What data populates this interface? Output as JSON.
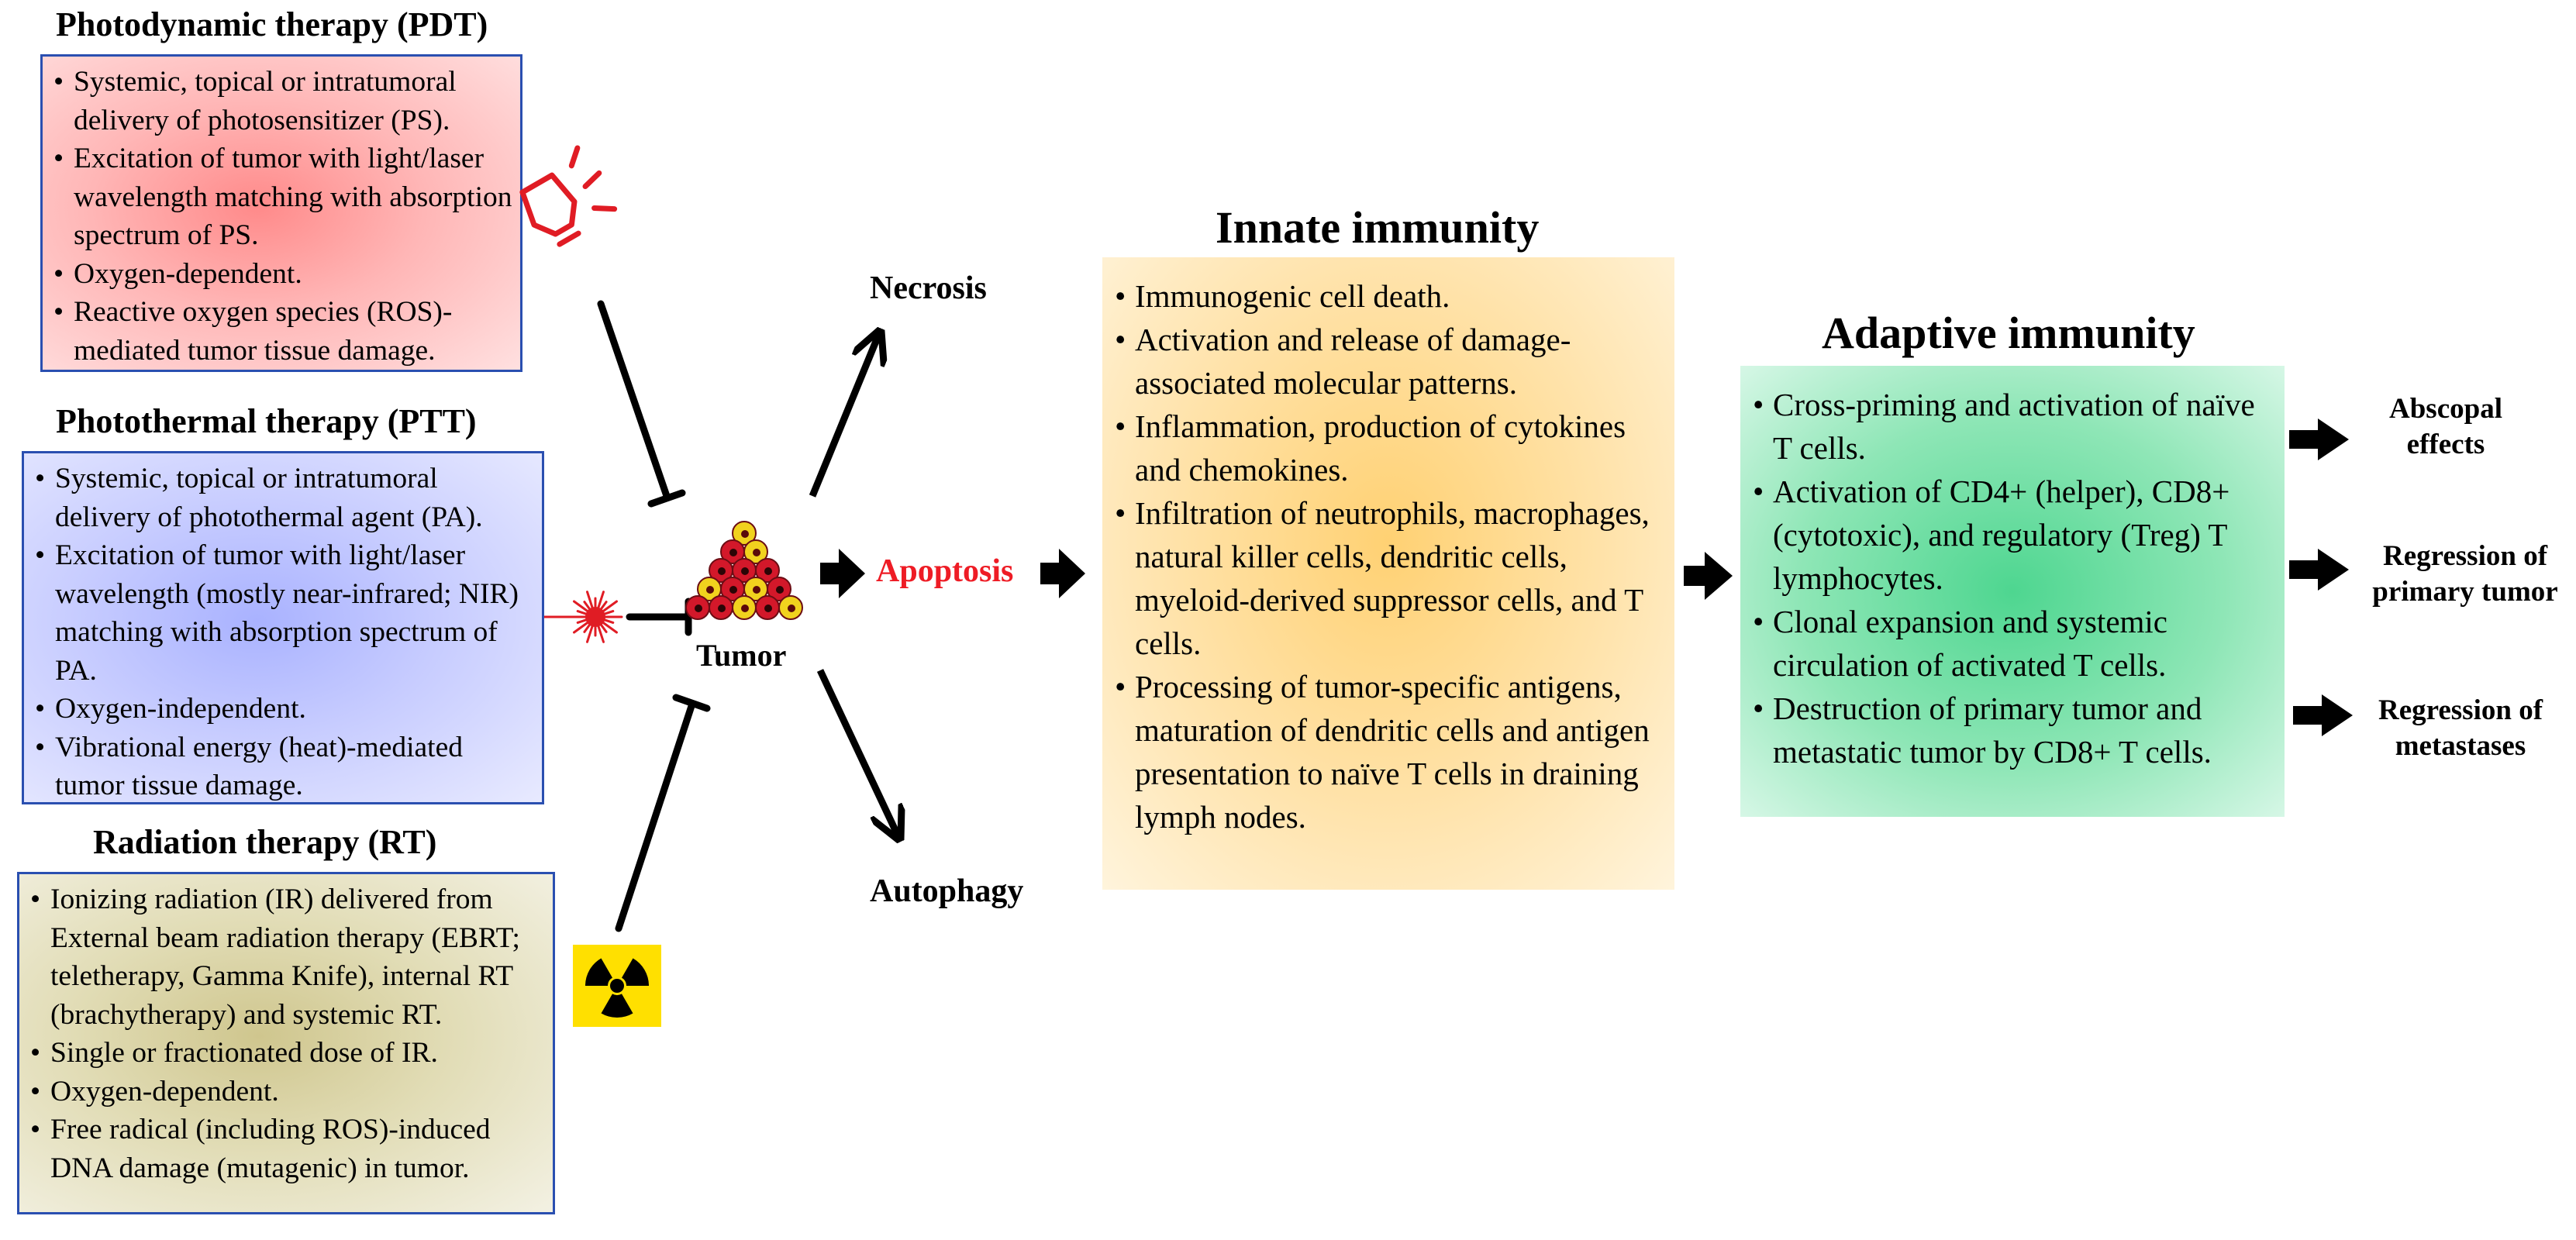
{
  "therapies": {
    "pdt": {
      "title": "Photodynamic therapy (PDT)",
      "items": [
        "Systemic, topical or intratumoral delivery of photosensitizer (PS).",
        "Excitation of tumor with light/laser wavelength matching with absorption spectrum of PS.",
        "Oxygen-dependent.",
        "Reactive oxygen species (ROS)-mediated tumor tissue damage."
      ]
    },
    "ptt": {
      "title": "Photothermal therapy (PTT)",
      "items": [
        "Systemic, topical or intratumoral delivery of photothermal agent (PA).",
        "Excitation of tumor with light/laser wavelength (mostly near-infrared; NIR) matching with absorption spectrum of PA.",
        "Oxygen-independent.",
        "Vibrational energy (heat)-mediated tumor tissue damage."
      ]
    },
    "rt": {
      "title": "Radiation therapy (RT)",
      "items": [
        "Ionizing radiation (IR) delivered from External beam radiation therapy (EBRT; teletherapy, Gamma Knife), internal RT (brachytherapy) and systemic RT.",
        "Single or fractionated dose of IR.",
        "Oxygen-dependent.",
        "Free radical (including ROS)-induced DNA damage (mutagenic) in tumor."
      ]
    }
  },
  "tumor": {
    "label": "Tumor"
  },
  "cell_death": {
    "necrosis": "Necrosis",
    "apoptosis": "Apoptosis",
    "autophagy": "Autophagy"
  },
  "innate": {
    "title": "Innate immunity",
    "items": [
      "Immunogenic cell death.",
      "Activation and release of damage-associated molecular patterns.",
      "Inflammation, production of cytokines and chemokines.",
      "Infiltration of neutrophils, macrophages, natural killer cells, dendritic cells, myeloid-derived suppressor cells, and T cells.",
      "Processing of tumor-specific antigens, maturation of dendritic cells and antigen presentation to naïve T cells in draining lymph nodes."
    ]
  },
  "adaptive": {
    "title": "Adaptive immunity",
    "items": [
      "Cross-priming and activation of naïve T cells.",
      "Activation of CD4+ (helper), CD8+ (cytotoxic), and regulatory (Treg) T lymphocytes.",
      "Clonal expansion and systemic circulation of activated T cells.",
      "Destruction of primary tumor and metastatic tumor by CD8+ T cells."
    ]
  },
  "outcomes": {
    "abscopal": "Abscopal effects",
    "primary": "Regression of primary tumor",
    "metastases": "Regression of metastases"
  },
  "colors": {
    "apoptosis": "#ee1c25",
    "box_border": "#2a4fb0",
    "radiation_bg": "#ffe000",
    "cell_red": "#d3182a",
    "cell_yellow": "#f1d21e"
  },
  "icons": {
    "flashlight": "flashlight-icon",
    "laser": "laser-burst-icon",
    "radiation": "radiation-hazard-icon",
    "tumor": "tumor-cell-cluster-icon"
  }
}
